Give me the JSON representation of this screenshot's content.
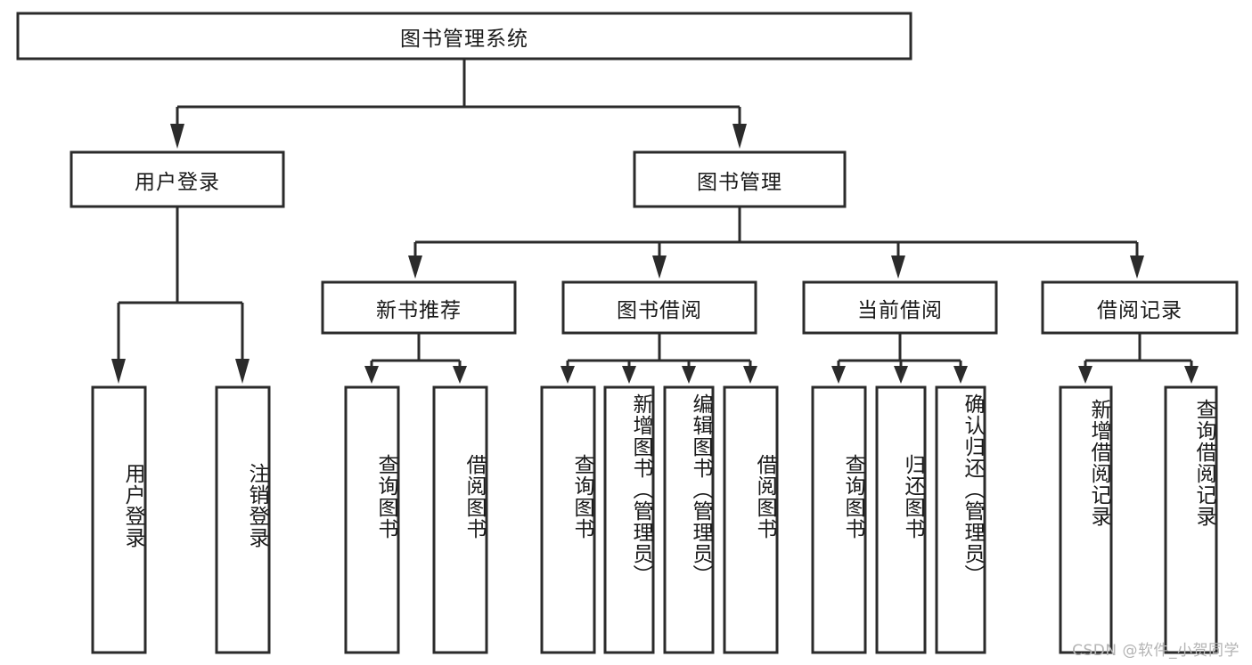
{
  "diagram": {
    "type": "tree-hierarchy-chart",
    "title": "图书管理系统",
    "orientation": "top-down",
    "colors": {
      "box_stroke": "#2b2b2b",
      "box_fill": "#ffffff",
      "connector": "#2b2b2b",
      "text": "#1a1a1a",
      "watermark": "#b4b4b4"
    },
    "nodes": {
      "root": {
        "label": "图书管理系统",
        "level": 0
      },
      "level1": [
        {
          "id": "user-login",
          "label": "用户登录"
        },
        {
          "id": "book-manage",
          "label": "图书管理"
        }
      ],
      "level2": [
        {
          "id": "new-book-recommend",
          "label": "新书推荐",
          "parent": "book-manage"
        },
        {
          "id": "book-borrow",
          "label": "图书借阅",
          "parent": "book-manage"
        },
        {
          "id": "current-borrow",
          "label": "当前借阅",
          "parent": "book-manage"
        },
        {
          "id": "borrow-record",
          "label": "借阅记录",
          "parent": "book-manage"
        }
      ],
      "leaves": {
        "user-login": [
          {
            "id": "leaf-user-login",
            "label": "用户登录"
          },
          {
            "id": "leaf-logout",
            "label": "注销登录"
          }
        ],
        "new-book-recommend": [
          {
            "id": "leaf-query-book-1",
            "label": "查询图书"
          },
          {
            "id": "leaf-borrow-book-1",
            "label": "借阅图书"
          }
        ],
        "book-borrow": [
          {
            "id": "leaf-query-book-2",
            "label": "查询图书"
          },
          {
            "id": "leaf-add-book",
            "label": "新增图书（管理员）"
          },
          {
            "id": "leaf-edit-book",
            "label": "编辑图书（管理员）"
          },
          {
            "id": "leaf-borrow-book-2",
            "label": "借阅图书"
          }
        ],
        "current-borrow": [
          {
            "id": "leaf-query-book-3",
            "label": "查询图书"
          },
          {
            "id": "leaf-return-book",
            "label": "归还图书"
          },
          {
            "id": "leaf-confirm-return",
            "label": "确认归还（管理员）"
          }
        ],
        "borrow-record": [
          {
            "id": "leaf-add-record",
            "label": "新增借阅记录"
          },
          {
            "id": "leaf-query-record",
            "label": "查询借阅记录"
          }
        ]
      }
    },
    "watermark": "CSDN @软件_小贺同学"
  }
}
